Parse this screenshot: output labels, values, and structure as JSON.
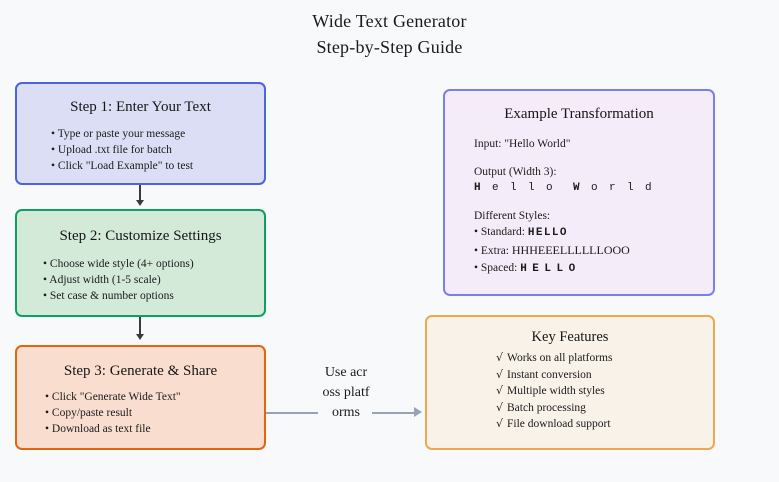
{
  "page": {
    "title_line1": "Wide Text Generator",
    "title_line2": "Step-by-Step Guide",
    "background": "#f8f9fb"
  },
  "steps": [
    {
      "id": "step1",
      "title": "Step 1: Enter Your Text",
      "fill": "#dcdef5",
      "border": "#4d63e0",
      "bullets": [
        "• Type or paste your message",
        "• Upload .txt file for batch",
        "• Click \"Load Example\" to test"
      ]
    },
    {
      "id": "step2",
      "title": "Step 2: Customize Settings",
      "fill": "#d3ead9",
      "border": "#0e9f63",
      "bullets": [
        "• Choose wide style (4+ options)",
        "• Adjust width (1-5 scale)",
        "• Set case & number options"
      ]
    },
    {
      "id": "step3",
      "title": "Step 3: Generate & Share",
      "fill": "#f9ded0",
      "border": "#e2650f",
      "bullets": [
        "• Click \"Generate Wide Text\"",
        "• Copy/paste result",
        "• Download as text file"
      ]
    }
  ],
  "example": {
    "title": "Example Transformation",
    "fill": "#f5ecf9",
    "border": "#7b7fe8",
    "input_label": "Input: \"Hello World\"",
    "output_label": "Output (Width 3):",
    "output_value": "Hello World",
    "styles_label": "Different Styles:",
    "style_standard_label": "• Standard:",
    "style_standard_value": "HELLO",
    "style_extra_label": "• Extra:",
    "style_extra_value": "HHHEEELLLLLLOOO",
    "style_spaced_label": "• Spaced:",
    "style_spaced_value": "HELLO"
  },
  "features": {
    "title": "Key Features",
    "fill": "#f8f2e8",
    "border": "#f0a84e",
    "check_glyph": "√",
    "items": [
      "Works on all platforms",
      "Instant conversion",
      "Multiple width styles",
      "Batch processing",
      "File download support"
    ]
  },
  "connector": {
    "arrow_label": "Use across platforms",
    "arrow_color": "#97a3b8",
    "step_connector_color": "#3a3a3a"
  }
}
